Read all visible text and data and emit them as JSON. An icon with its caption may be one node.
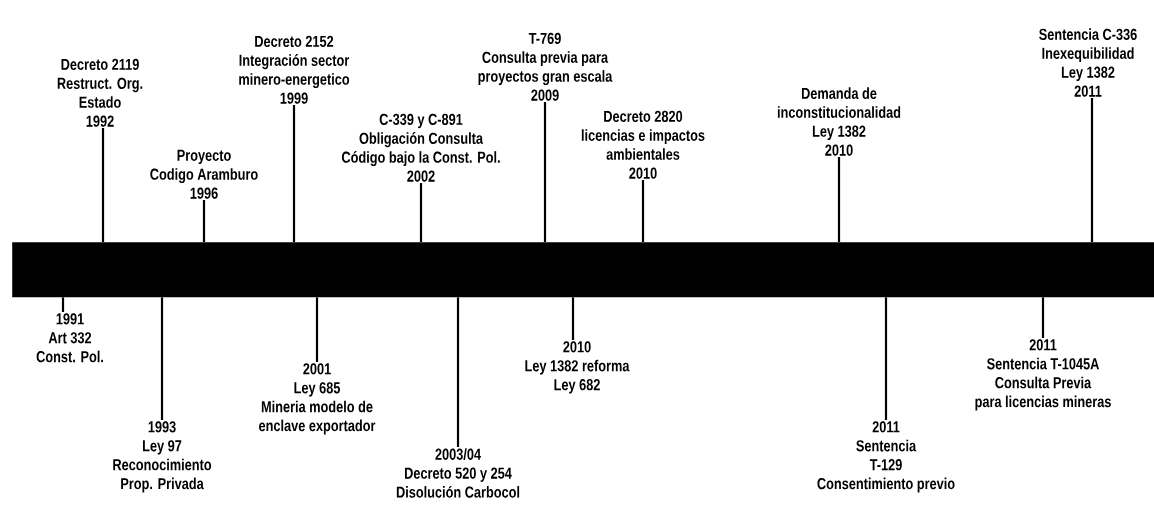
{
  "diagram": {
    "nodes": [
      {
        "text": [],
        "shape": "bar"
      },
      {
        "text": [
          "Decreto 2119",
          "Restruct. Org.",
          "Estado",
          "1992"
        ]
      },
      {
        "text": [
          "Proyecto",
          "Codigo Aramburo",
          "1996"
        ]
      },
      {
        "text": [
          "Decreto 2152",
          "Integración sector",
          "minero-energetico",
          "1999"
        ]
      },
      {
        "text": [
          "C-339 y C-891",
          "Obligación Consulta",
          "Código bajo la Const. Pol.",
          "2002"
        ]
      },
      {
        "text": [
          "T-769",
          "Consulta previa para",
          "proyectos gran escala",
          "2009"
        ]
      },
      {
        "text": [
          "Decreto 2820",
          "licencias e impactos",
          "ambientales",
          "2010"
        ]
      },
      {
        "text": [
          "Demanda de",
          "inconstitucionalidad",
          "Ley 1382",
          "2010"
        ]
      },
      {
        "text": [
          "Sentencia C-336",
          "Inexequibilidad",
          "Ley 1382",
          "2011"
        ]
      },
      {
        "text": [
          "1991",
          "Art 332",
          "Const. Pol."
        ]
      },
      {
        "text": [
          "1993",
          "Ley 97",
          "Reconocimiento",
          "Prop. Privada"
        ]
      },
      {
        "text": [
          "2001",
          "Ley 685",
          "Mineria modelo de",
          "enclave exportador"
        ]
      },
      {
        "text": [
          "2003/04",
          "Decreto 520 y 254",
          "Disolución Carbocol"
        ]
      },
      {
        "text": [
          "2010",
          "Ley 1382 reforma",
          "Ley 682"
        ]
      },
      {
        "text": [
          "2011",
          "Sentencia",
          "T-129",
          "Consentimiento previo"
        ]
      },
      {
        "text": [
          "2011",
          "Sentencia T-1045A",
          "Consulta Previa",
          "para licencias mineras"
        ]
      }
    ],
    "edges": [
      {
        "from": 1,
        "to": 0,
        "arrow": "none"
      },
      {
        "from": 2,
        "to": 0,
        "arrow": "none"
      },
      {
        "from": 3,
        "to": 0,
        "arrow": "none"
      },
      {
        "from": 4,
        "to": 0,
        "arrow": "none"
      },
      {
        "from": 5,
        "to": 0,
        "arrow": "none"
      },
      {
        "from": 6,
        "to": 0,
        "arrow": "none"
      },
      {
        "from": 7,
        "to": 0,
        "arrow": "none"
      },
      {
        "from": 8,
        "to": 0,
        "arrow": "none"
      },
      {
        "from": 9,
        "to": 0,
        "arrow": "none"
      },
      {
        "from": 10,
        "to": 0,
        "arrow": "none"
      },
      {
        "from": 11,
        "to": 0,
        "arrow": "none"
      },
      {
        "from": 12,
        "to": 0,
        "arrow": "none"
      },
      {
        "from": 13,
        "to": 0,
        "arrow": "none"
      },
      {
        "from": 14,
        "to": 0,
        "arrow": "none"
      },
      {
        "from": 15,
        "to": 0,
        "arrow": "none"
      }
    ]
  }
}
